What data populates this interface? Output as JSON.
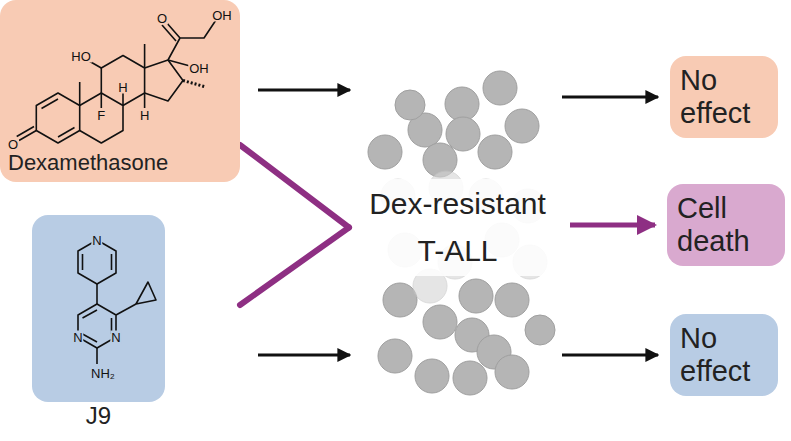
{
  "diagram": {
    "nodes": [
      {
        "text": [
          "Dexamethasone"
        ]
      },
      {
        "text": [
          "J9"
        ]
      },
      {
        "text": [
          "Dex-resistant T-ALL"
        ]
      },
      {
        "text": [
          "No effect"
        ]
      },
      {
        "text": [
          "Cell death"
        ]
      },
      {
        "text": [
          "No effect"
        ]
      }
    ],
    "edges": [
      {
        "from": 0,
        "to": 2,
        "arrow": "to"
      },
      {
        "from": 2,
        "to": 3,
        "arrow": "to"
      },
      {
        "from": 0,
        "to": 2,
        "arrow": "none"
      },
      {
        "from": 1,
        "to": 2,
        "arrow": "none"
      },
      {
        "from": 2,
        "to": 4,
        "arrow": "to"
      },
      {
        "from": 1,
        "to": 2,
        "arrow": "to"
      },
      {
        "from": 2,
        "to": 5,
        "arrow": "to"
      }
    ],
    "labels": [
      "OH",
      "O",
      "HO",
      "OH",
      "H",
      "F",
      "H",
      "O",
      "N",
      "N",
      "N",
      "NH₂"
    ]
  }
}
